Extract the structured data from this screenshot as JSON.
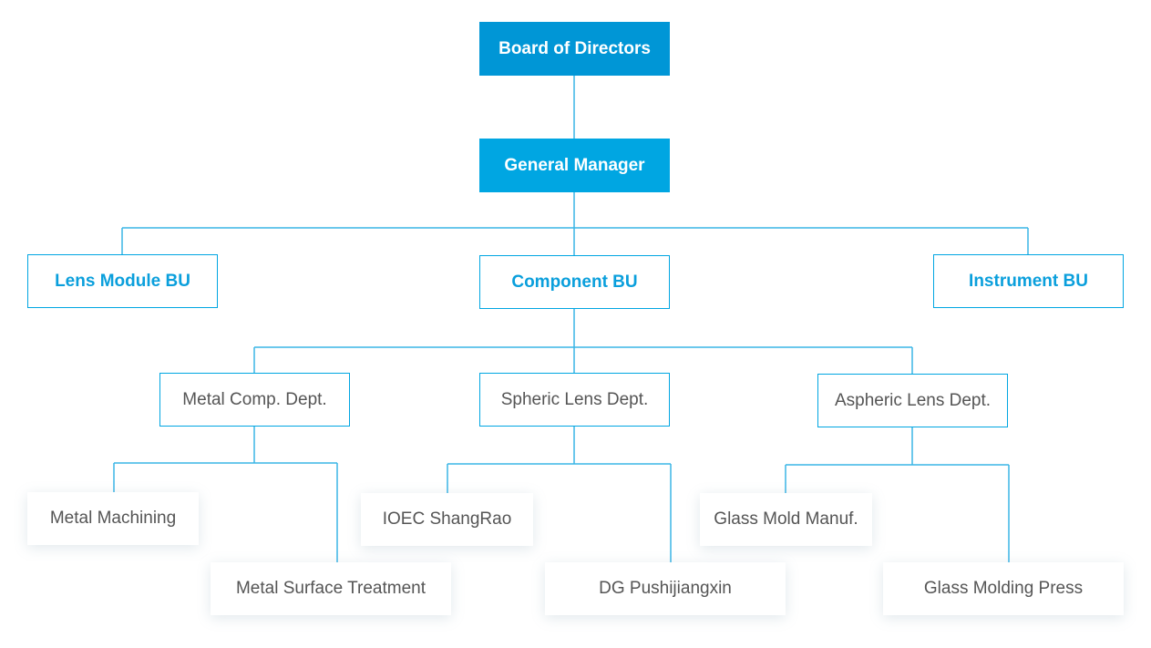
{
  "colors": {
    "board": "#0096d6",
    "manager": "#00a6e2",
    "line": "#3ab5e6",
    "accent_text": "#0a9fdc",
    "body_text": "#555555"
  },
  "diagram": {
    "board": "Board of Directors",
    "manager": "General Manager",
    "bus": {
      "lens_module": "Lens Module BU",
      "component": "Component BU",
      "instrument": "Instrument BU"
    },
    "depts": {
      "metal": "Metal Comp. Dept.",
      "spheric": "Spheric Lens Dept.",
      "aspheric": "Aspheric Lens Dept."
    },
    "units": {
      "metal_machining": "Metal Machining",
      "metal_surface": "Metal Surface Treatment",
      "ioec": "IOEC ShangRao",
      "dg": "DG Pushijiangxin",
      "glass_mold": "Glass Mold Manuf.",
      "glass_press": "Glass Molding Press"
    }
  }
}
